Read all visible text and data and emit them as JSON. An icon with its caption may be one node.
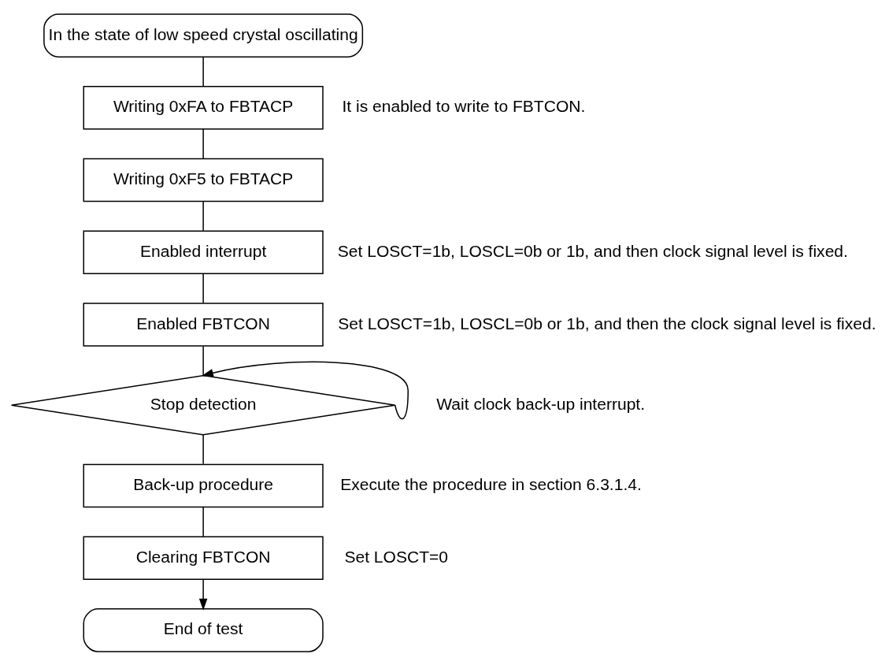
{
  "diagram": {
    "nodes": [
      {
        "text": [
          "In the state of low speed crystal oscillating"
        ]
      },
      {
        "text": [
          "Writing 0xFA to FBTACP"
        ],
        "beside": [
          "It is enabled to write to FBTCON."
        ]
      },
      {
        "text": [
          "Writing 0xF5 to FBTACP"
        ]
      },
      {
        "text": [
          "Enabled interrupt"
        ],
        "beside": [
          "Set LOSCT=1b, LOSCL=0b or 1b, and then clock signal level is fixed."
        ]
      },
      {
        "text": [
          "Enabled FBTCON"
        ],
        "beside": [
          "Set LOSCT=1b, LOSCL=0b or 1b, and then the clock signal level is fixed."
        ]
      },
      {
        "text": [
          "Stop detection"
        ],
        "beside": [
          "Wait clock back-up interrupt."
        ]
      },
      {
        "text": [
          "Back-up procedure"
        ],
        "beside": [
          "Execute the procedure in section 6.3.1.4."
        ]
      },
      {
        "text": [
          "Clearing FBTCON"
        ],
        "beside": [
          "Set LOSCT=0"
        ]
      },
      {
        "text": [
          "End of test"
        ]
      }
    ],
    "edges": [
      {
        "from": 0,
        "to": 1,
        "arrow": "none"
      },
      {
        "from": 1,
        "to": 2,
        "arrow": "none"
      },
      {
        "from": 2,
        "to": 3,
        "arrow": "none"
      },
      {
        "from": 3,
        "to": 4,
        "arrow": "none"
      },
      {
        "from": 4,
        "to": 5,
        "arrow": "none"
      },
      {
        "from": 5,
        "to": 5,
        "arrow": "to"
      },
      {
        "from": 5,
        "to": 6,
        "arrow": "none"
      },
      {
        "from": 6,
        "to": 7,
        "arrow": "none"
      },
      {
        "from": 7,
        "to": 8,
        "arrow": "to"
      }
    ]
  }
}
